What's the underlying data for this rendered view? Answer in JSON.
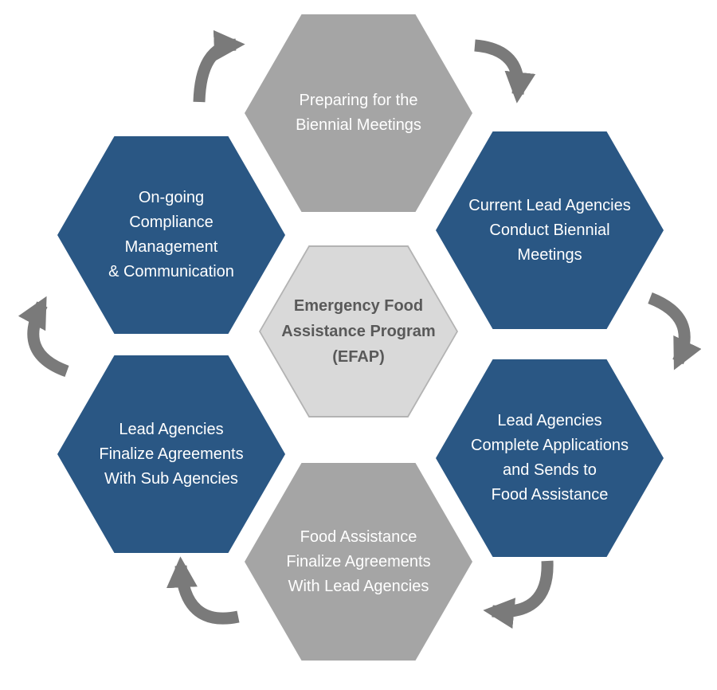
{
  "title": "Emergency Food Assistance Program (EFAP) cycle diagram",
  "colors": {
    "blue": "#2a5784",
    "gray": "#a5a5a5",
    "center_fill": "#d9d9d9",
    "center_border": "#b3b3b3",
    "center_text": "#595959",
    "arrow": "#7a7a7a",
    "hex_text": "#ffffff"
  },
  "center": {
    "label": "Emergency Food\nAssistance Program\n(EFAP)"
  },
  "steps": [
    {
      "id": "preparing-biennial-meetings",
      "position": "top",
      "style": "gray",
      "label": "Preparing for the\nBiennial Meetings"
    },
    {
      "id": "current-lead-agencies-conduct-biennial-meetings",
      "position": "top-right",
      "style": "blue",
      "label": "Current Lead Agencies\nConduct Biennial\nMeetings"
    },
    {
      "id": "lead-agencies-complete-applications",
      "position": "bottom-right",
      "style": "blue",
      "label": "Lead Agencies\nComplete Applications\nand Sends to\nFood Assistance"
    },
    {
      "id": "food-assistance-finalize-agreements",
      "position": "bottom",
      "style": "gray",
      "label": "Food Assistance\nFinalize Agreements\nWith Lead Agencies"
    },
    {
      "id": "lead-agencies-finalize-agreements-sub",
      "position": "bottom-left",
      "style": "blue",
      "label": "Lead Agencies\nFinalize Agreements\nWith Sub Agencies"
    },
    {
      "id": "ongoing-compliance-management",
      "position": "top-left",
      "style": "blue",
      "label": "On-going\nCompliance\nManagement\n& Communication"
    }
  ]
}
